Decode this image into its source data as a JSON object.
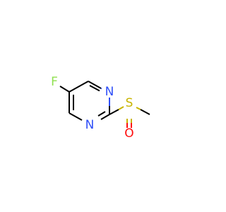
{
  "molecule": {
    "atoms": {
      "fluorine": "F",
      "nitrogen_top": "N",
      "nitrogen_bottom": "N",
      "sulfur": "S",
      "oxygen": "O"
    },
    "colors": {
      "bond": "#000000",
      "fluorine": "#90e050",
      "nitrogen": "#3050f8",
      "sulfur": "#c8b400",
      "oxygen": "#ff0d0d"
    }
  }
}
